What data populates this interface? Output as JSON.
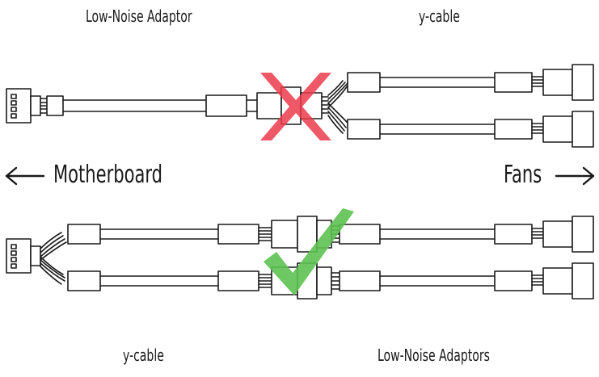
{
  "top": {
    "left_label": "Low-Noise Adaptor",
    "right_label": "y-cable",
    "verdict_icon": "red-x-icon",
    "verdict_color": "#ec3b4c"
  },
  "middle": {
    "left_label": "Motherboard",
    "right_label": "Fans"
  },
  "bottom": {
    "left_label": "y-cable",
    "right_label": "Low-Noise Adaptors",
    "verdict_icon": "green-check-icon",
    "verdict_color": "#5dc152"
  },
  "colors": {
    "line": "#1a1a1a",
    "fill": "#ffffff"
  }
}
